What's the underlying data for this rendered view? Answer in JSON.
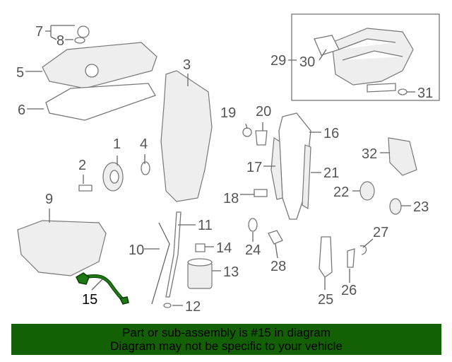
{
  "callouts": [
    "1",
    "2",
    "3",
    "4",
    "5",
    "6",
    "7",
    "8",
    "9",
    "10",
    "11",
    "12",
    "13",
    "14",
    "15",
    "16",
    "17",
    "18",
    "19",
    "20",
    "21",
    "22",
    "23",
    "24",
    "25",
    "26",
    "27",
    "28",
    "29",
    "30",
    "31",
    "32"
  ],
  "selected_part": "15",
  "banner": {
    "line1": "Part or sub-assembly is #15 in diagram",
    "line2": "Diagram may not be specific to your vehicle"
  },
  "colors": {
    "banner": "#136005",
    "selected_part": "#1d7a12",
    "callout": "#555555"
  }
}
